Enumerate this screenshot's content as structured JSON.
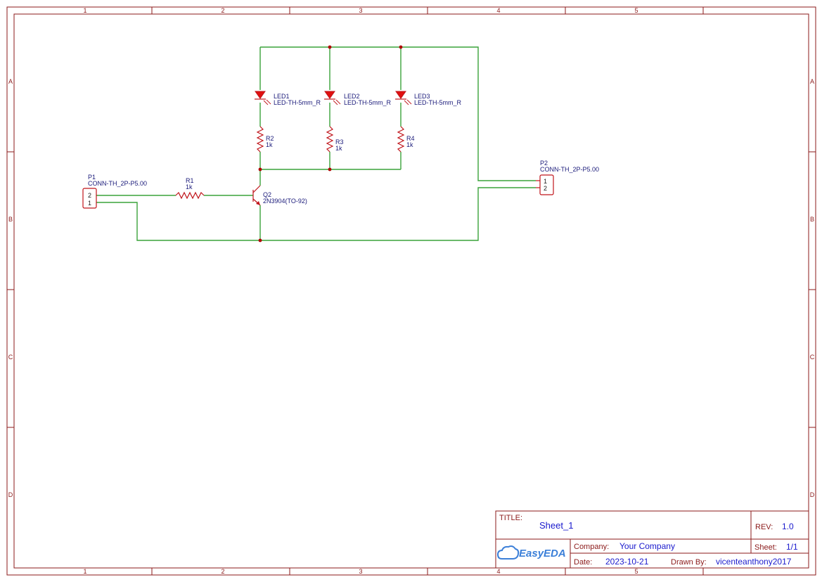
{
  "zones": {
    "cols": [
      "1",
      "2",
      "3",
      "4",
      "5"
    ],
    "rows": [
      "A",
      "B",
      "C",
      "D"
    ]
  },
  "components": {
    "P1": {
      "ref": "P1",
      "value": "CONN-TH_2P-P5.00",
      "pin_top": "2",
      "pin_bottom": "1"
    },
    "P2": {
      "ref": "P2",
      "value": "CONN-TH_2P-P5.00",
      "pin_top": "1",
      "pin_bottom": "2"
    },
    "R1": {
      "ref": "R1",
      "value": "1k"
    },
    "R2": {
      "ref": "R2",
      "value": "1k"
    },
    "R3": {
      "ref": "R3",
      "value": "1k"
    },
    "R4": {
      "ref": "R4",
      "value": "1k"
    },
    "LED1": {
      "ref": "LED1",
      "value": "LED-TH-5mm_R"
    },
    "LED2": {
      "ref": "LED2",
      "value": "LED-TH-5mm_R"
    },
    "LED3": {
      "ref": "LED3",
      "value": "LED-TH-5mm_R"
    },
    "Q2": {
      "ref": "Q2",
      "value": "2N3904(TO-92)"
    }
  },
  "title_block": {
    "title_label": "TITLE:",
    "title": "Sheet_1",
    "rev_label": "REV:",
    "rev": "1.0",
    "logo": "EasyEDA",
    "company_label": "Company:",
    "company": "Your Company",
    "sheet_label": "Sheet:",
    "sheet": "1/1",
    "date_label": "Date:",
    "date": "2023-10-21",
    "drawn_by_label": "Drawn By:",
    "drawn_by": "vicenteanthony2017"
  },
  "colors": {
    "frame": "#8b1a1a",
    "wire": "#3aa33a",
    "component": "#c0141a",
    "label": "#1a1a7a",
    "title_value": "#1a1acd",
    "logo": "#3b7fd8"
  }
}
